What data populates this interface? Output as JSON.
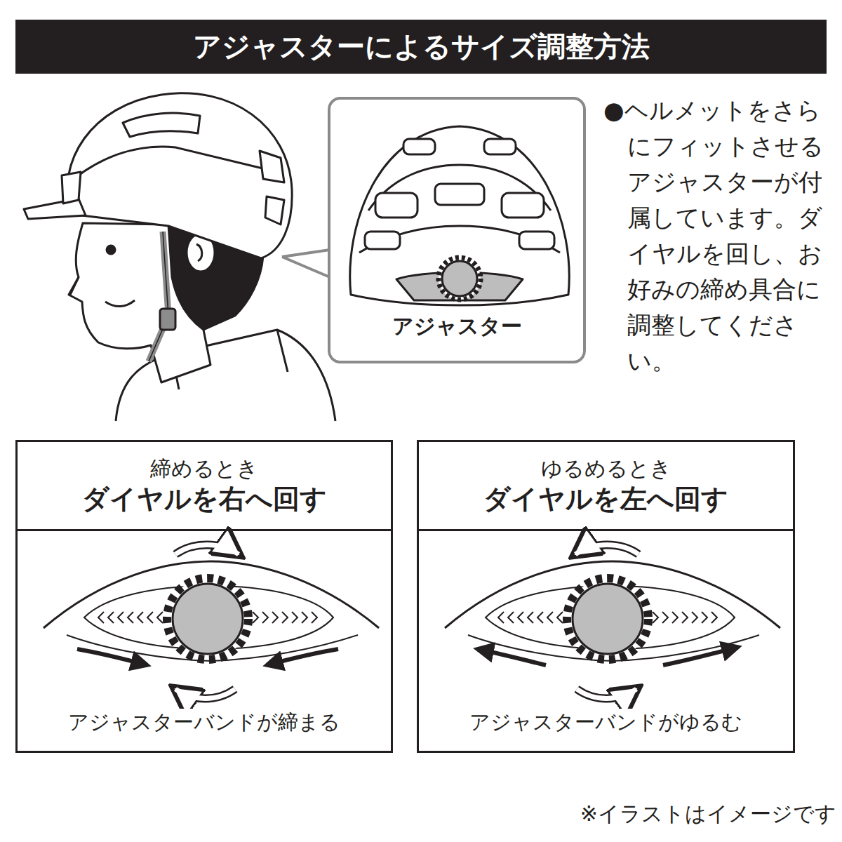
{
  "diagram": {
    "title": "アジャスターによるサイズ調整方法",
    "nodes": [
      {
        "text": [
          "アジャスター"
        ]
      },
      {
        "text": [
          "締めるとき",
          "ダイヤルを右へ回す",
          "アジャスターバンドが締まる"
        ]
      },
      {
        "text": [
          "ゆるめるとき",
          "ダイヤルを左へ回す",
          "アジャスターバンドがゆるむ"
        ]
      }
    ],
    "labels": [
      "●ヘルメットをさらにフィットさせるアジャスターが付属しています。ダイヤルを回し、お好みの締め具合に調整してください。",
      "※イラストはイメージです"
    ]
  }
}
